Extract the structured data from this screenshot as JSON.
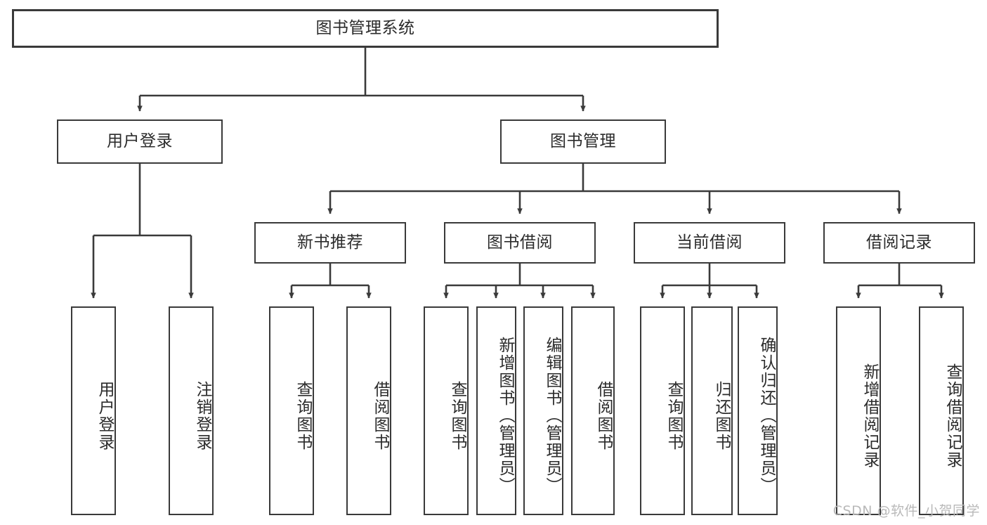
{
  "diagram": {
    "title": "图书管理系统",
    "type": "tree-hierarchy",
    "nodes": {
      "root": {
        "label": "图书管理系统"
      },
      "level2": [
        {
          "id": "user-login",
          "label": "用户登录"
        },
        {
          "id": "book-manage",
          "label": "图书管理"
        }
      ],
      "level3": [
        {
          "id": "new-book-recommend",
          "label": "新书推荐"
        },
        {
          "id": "book-borrow",
          "label": "图书借阅"
        },
        {
          "id": "current-borrow",
          "label": "当前借阅"
        },
        {
          "id": "borrow-record",
          "label": "借阅记录"
        }
      ],
      "leaves": {
        "user_login": [
          {
            "id": "leaf-user-login",
            "label": "用户登录"
          },
          {
            "id": "leaf-logout",
            "label": "注销登录"
          }
        ],
        "new_book_recommend": [
          {
            "id": "leaf-query-book-1",
            "label": "查询图书"
          },
          {
            "id": "leaf-borrow-book-1",
            "label": "借阅图书"
          }
        ],
        "book_borrow": [
          {
            "id": "leaf-query-book-2",
            "label": "查询图书"
          },
          {
            "id": "leaf-add-book",
            "label": "新增图书（管理员）"
          },
          {
            "id": "leaf-edit-book",
            "label": "编辑图书（管理员）"
          },
          {
            "id": "leaf-borrow-book-2",
            "label": "借阅图书"
          }
        ],
        "current_borrow": [
          {
            "id": "leaf-query-book-3",
            "label": "查询图书"
          },
          {
            "id": "leaf-return-book",
            "label": "归还图书"
          },
          {
            "id": "leaf-confirm-return",
            "label": "确认归还（管理员）"
          }
        ],
        "borrow_record": [
          {
            "id": "leaf-add-record",
            "label": "新增借阅记录"
          },
          {
            "id": "leaf-query-record",
            "label": "查询借阅记录"
          }
        ]
      }
    },
    "colors": {
      "stroke": "#3a3a3a",
      "text": "#2b2b2b",
      "background": "#ffffff",
      "watermark": "#b9b9b9"
    }
  },
  "watermark": {
    "text": "CSDN @软件_小贺同学"
  }
}
